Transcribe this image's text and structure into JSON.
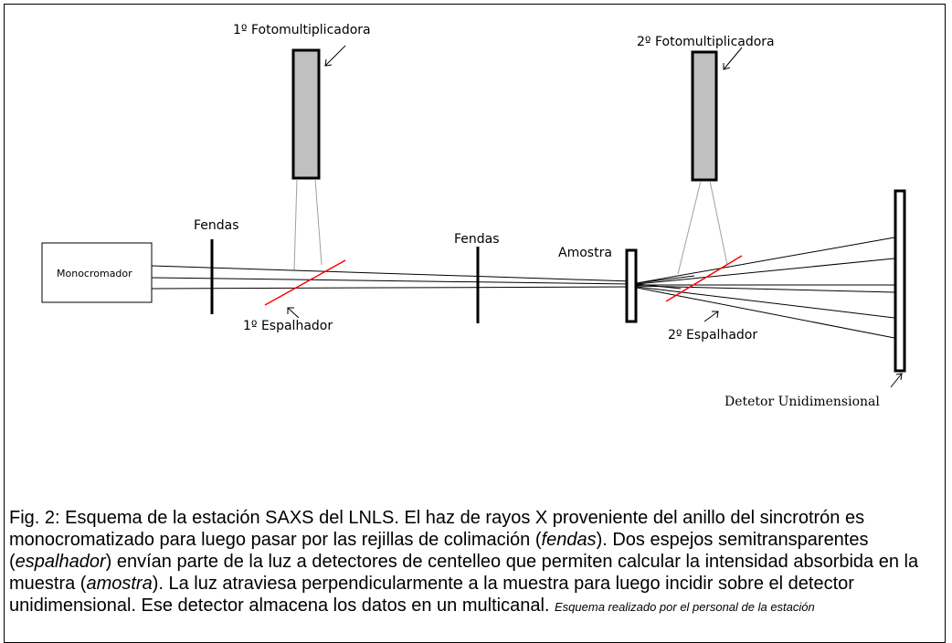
{
  "diagram": {
    "labels": {
      "pmt1": "1º Fotomultiplicadora",
      "pmt2": "2º Fotomultiplicadora",
      "monochromator": "Monocromador",
      "slit1": "Fendas",
      "slit2": "Fendas",
      "sample": "Amostra",
      "splitter1": "1º Espalhador",
      "splitter2": "2º Espalhador",
      "detector": "Detetor Unidimensional"
    },
    "colors": {
      "line": "#000000",
      "splitter": "#ff0000",
      "pmt_fill": "#c0c0c0",
      "cone": "#a0a0a0"
    }
  },
  "caption": {
    "p1": "Fig. 2: Esquema de la estación SAXS del LNLS. El haz de rayos X proveniente del anillo del sincrotrón es monocromatizado para luego pasar por las rejillas de colimación (",
    "fendas": "fendas",
    "p2": "). Dos espejos semitransparentes (",
    "espalhador": "espalhador",
    "p3": ") envían parte de la luz a detectores de centelleo que permiten calcular la intensidad absorbida en la muestra (",
    "amostra": "amostra",
    "p4": "). La luz atraviesa perpendicularmente a la muestra para luego incidir sobre el detector unidimensional. Ese detector almacena los datos en un multicanal. ",
    "credit": "Esquema realizado por el personal de la estación"
  }
}
